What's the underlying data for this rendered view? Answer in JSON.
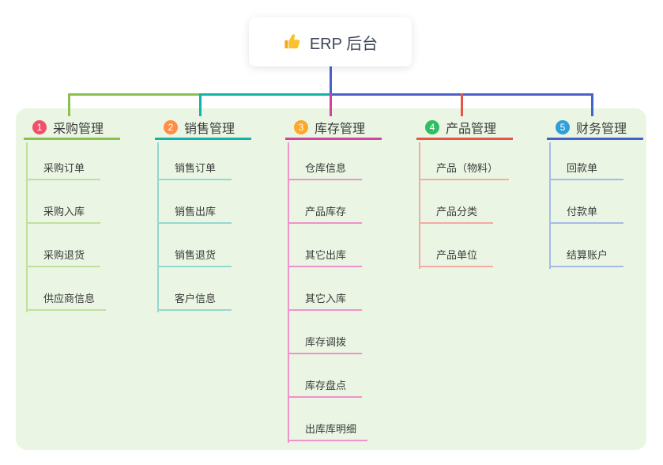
{
  "root": {
    "title": "ERP 后台",
    "icon": "thumbs-up-icon"
  },
  "panel_color": "#eaf6e3",
  "connector_colors": {
    "root_line": "#4c5fca",
    "bus_segment_1": "#8ac04e",
    "bus_segment_2": "#12b3a8",
    "bus_segment_3": "#4c5fca"
  },
  "branches": [
    {
      "num": "1",
      "label": "采购管理",
      "badge_color": "#f0506b",
      "line_color": "#8ac04e",
      "child_line_color": "#bfe09c",
      "children": [
        "采购订单",
        "采购入库",
        "采购退货",
        "供应商信息"
      ]
    },
    {
      "num": "2",
      "label": "销售管理",
      "badge_color": "#ff8d45",
      "line_color": "#12b3a8",
      "child_line_color": "#93d9d0",
      "children": [
        "销售订单",
        "销售出库",
        "销售退货",
        "客户信息"
      ]
    },
    {
      "num": "3",
      "label": "库存管理",
      "badge_color": "#fda829",
      "line_color": "#d1439f",
      "child_line_color": "#ef93cc",
      "children": [
        "仓库信息",
        "产品库存",
        "其它出库",
        "其它入库",
        "库存调拨",
        "库存盘点",
        "出库库明细"
      ]
    },
    {
      "num": "4",
      "label": "产品管理",
      "badge_color": "#2fbe63",
      "line_color": "#e85547",
      "child_line_color": "#f5aaa2",
      "children": [
        "产品（物料）",
        "产品分类",
        "产品单位"
      ]
    },
    {
      "num": "5",
      "label": "财务管理",
      "badge_color": "#2e9fd8",
      "line_color": "#4263cb",
      "child_line_color": "#a6bae8",
      "children": [
        "回款单",
        "付款单",
        "结算账户"
      ]
    }
  ]
}
